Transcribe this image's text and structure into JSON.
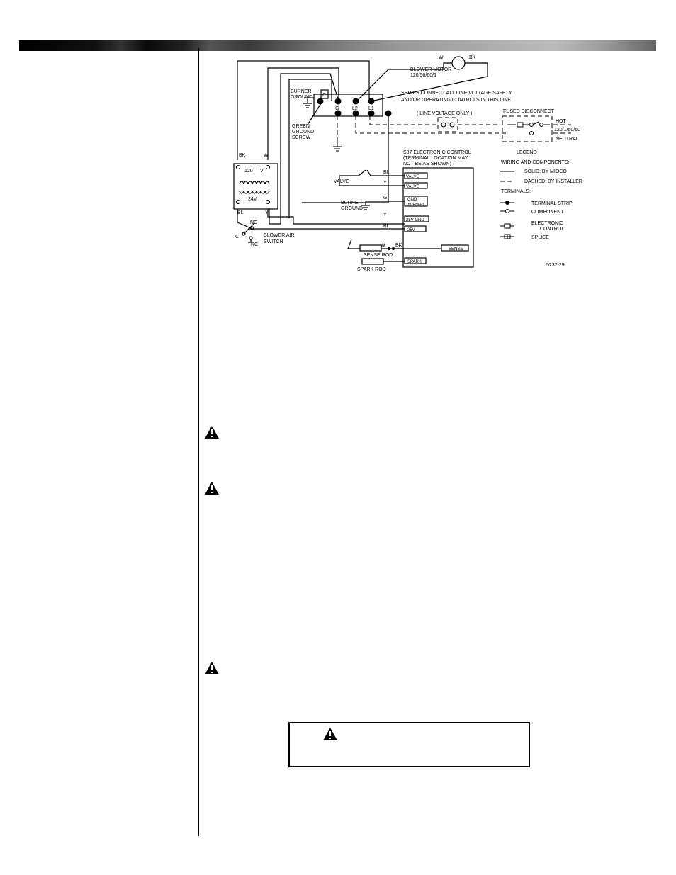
{
  "diagram": {
    "blower_motor": {
      "w": "W",
      "bk": "BK",
      "title": "BLOWER MOTOR",
      "rating": "120/50/60/1"
    },
    "series_note": {
      "line1": "SERIES CONNECT ALL LINE VOLTAGE SAFETY",
      "line2": "AND/OR OPERATING CONTROLS IN THIS LINE"
    },
    "line_voltage_only": "( LINE VOLTAGE ONLY )",
    "fused_disconnect": "FUSED DISCONNECT",
    "hot": "HOT",
    "supply": "120/1/50/60",
    "neutral": "NEUTRAL",
    "burner_ground": {
      "line1": "BURNER",
      "line2": "GROUND"
    },
    "green_ground_screw": {
      "line1": "GREEN",
      "line2": "GROUND",
      "line3": "SCREW"
    },
    "terminal_labels": {
      "g": "G",
      "l2": "L2",
      "l1": "L1",
      "c": "C"
    },
    "transformer": {
      "bk": "BK",
      "w": "W",
      "v120": "120",
      "v": "V",
      "v24": "24V",
      "bl": "BL",
      "y": "Y"
    },
    "control": {
      "line1": "S87 ELECTRONIC CONTROL",
      "line2": "(TERMINAL LOCATION MAY",
      "line3": "NOT BE AS SHOWN)"
    },
    "control_terminals": {
      "valve1": "VALVE",
      "valve2": "VALVE",
      "gnd": "GND",
      "burner": "(BURNER)",
      "gnd25": "25V GND",
      "v25": "25V",
      "sense": "SENSE",
      "spark": "SPARK"
    },
    "wire_labels": {
      "bl1": "BL",
      "y1": "Y",
      "g": "G",
      "y2": "Y",
      "bl2": "BL",
      "w": "W",
      "bk": "BK"
    },
    "valve": "VALVE",
    "burner_ground2": {
      "line1": "BURNER",
      "line2": "GROUND"
    },
    "switch": {
      "no": "NO",
      "c": "C",
      "nc": "NC",
      "line1": "BLOWER AIR",
      "line2": "SWITCH"
    },
    "sense_rod": "SENSE ROD",
    "spark_rod": "SPARK ROD",
    "legend": {
      "title": "LEGEND",
      "wiring": "WIRING AND COMPONENTS:",
      "solid": "SOLID: BY MIOCO",
      "dashed": "DASHED: BY INSTALLER",
      "terminals": "TERMINALS:",
      "terminal_strip": "TERMINAL STRIP",
      "component": "COMPONENT",
      "electronic1": "ELECTRONIC",
      "electronic2": "CONTROL",
      "splice": "SPLICE"
    },
    "drawing_number": "5232-29"
  }
}
